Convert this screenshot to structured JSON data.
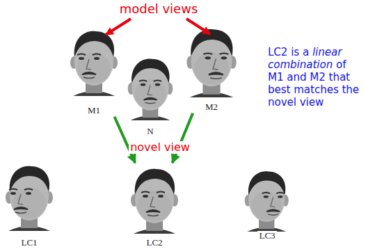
{
  "diagram": {
    "nodes": [
      {
        "text": [
          "M1"
        ]
      },
      {
        "text": [
          "N"
        ]
      },
      {
        "text": [
          "M2"
        ]
      },
      {
        "text": [
          "LC1"
        ]
      },
      {
        "text": [
          "LC2"
        ]
      },
      {
        "text": [
          "LC3"
        ]
      }
    ],
    "edges": [
      {
        "from": 0,
        "to": 4,
        "arrow": "to"
      },
      {
        "from": 2,
        "to": 4,
        "arrow": "to"
      }
    ],
    "labels": [
      "model views",
      "novel view",
      "LC2 is a",
      "linear combination",
      "of M1 and M2 that best matches the novel view"
    ]
  }
}
